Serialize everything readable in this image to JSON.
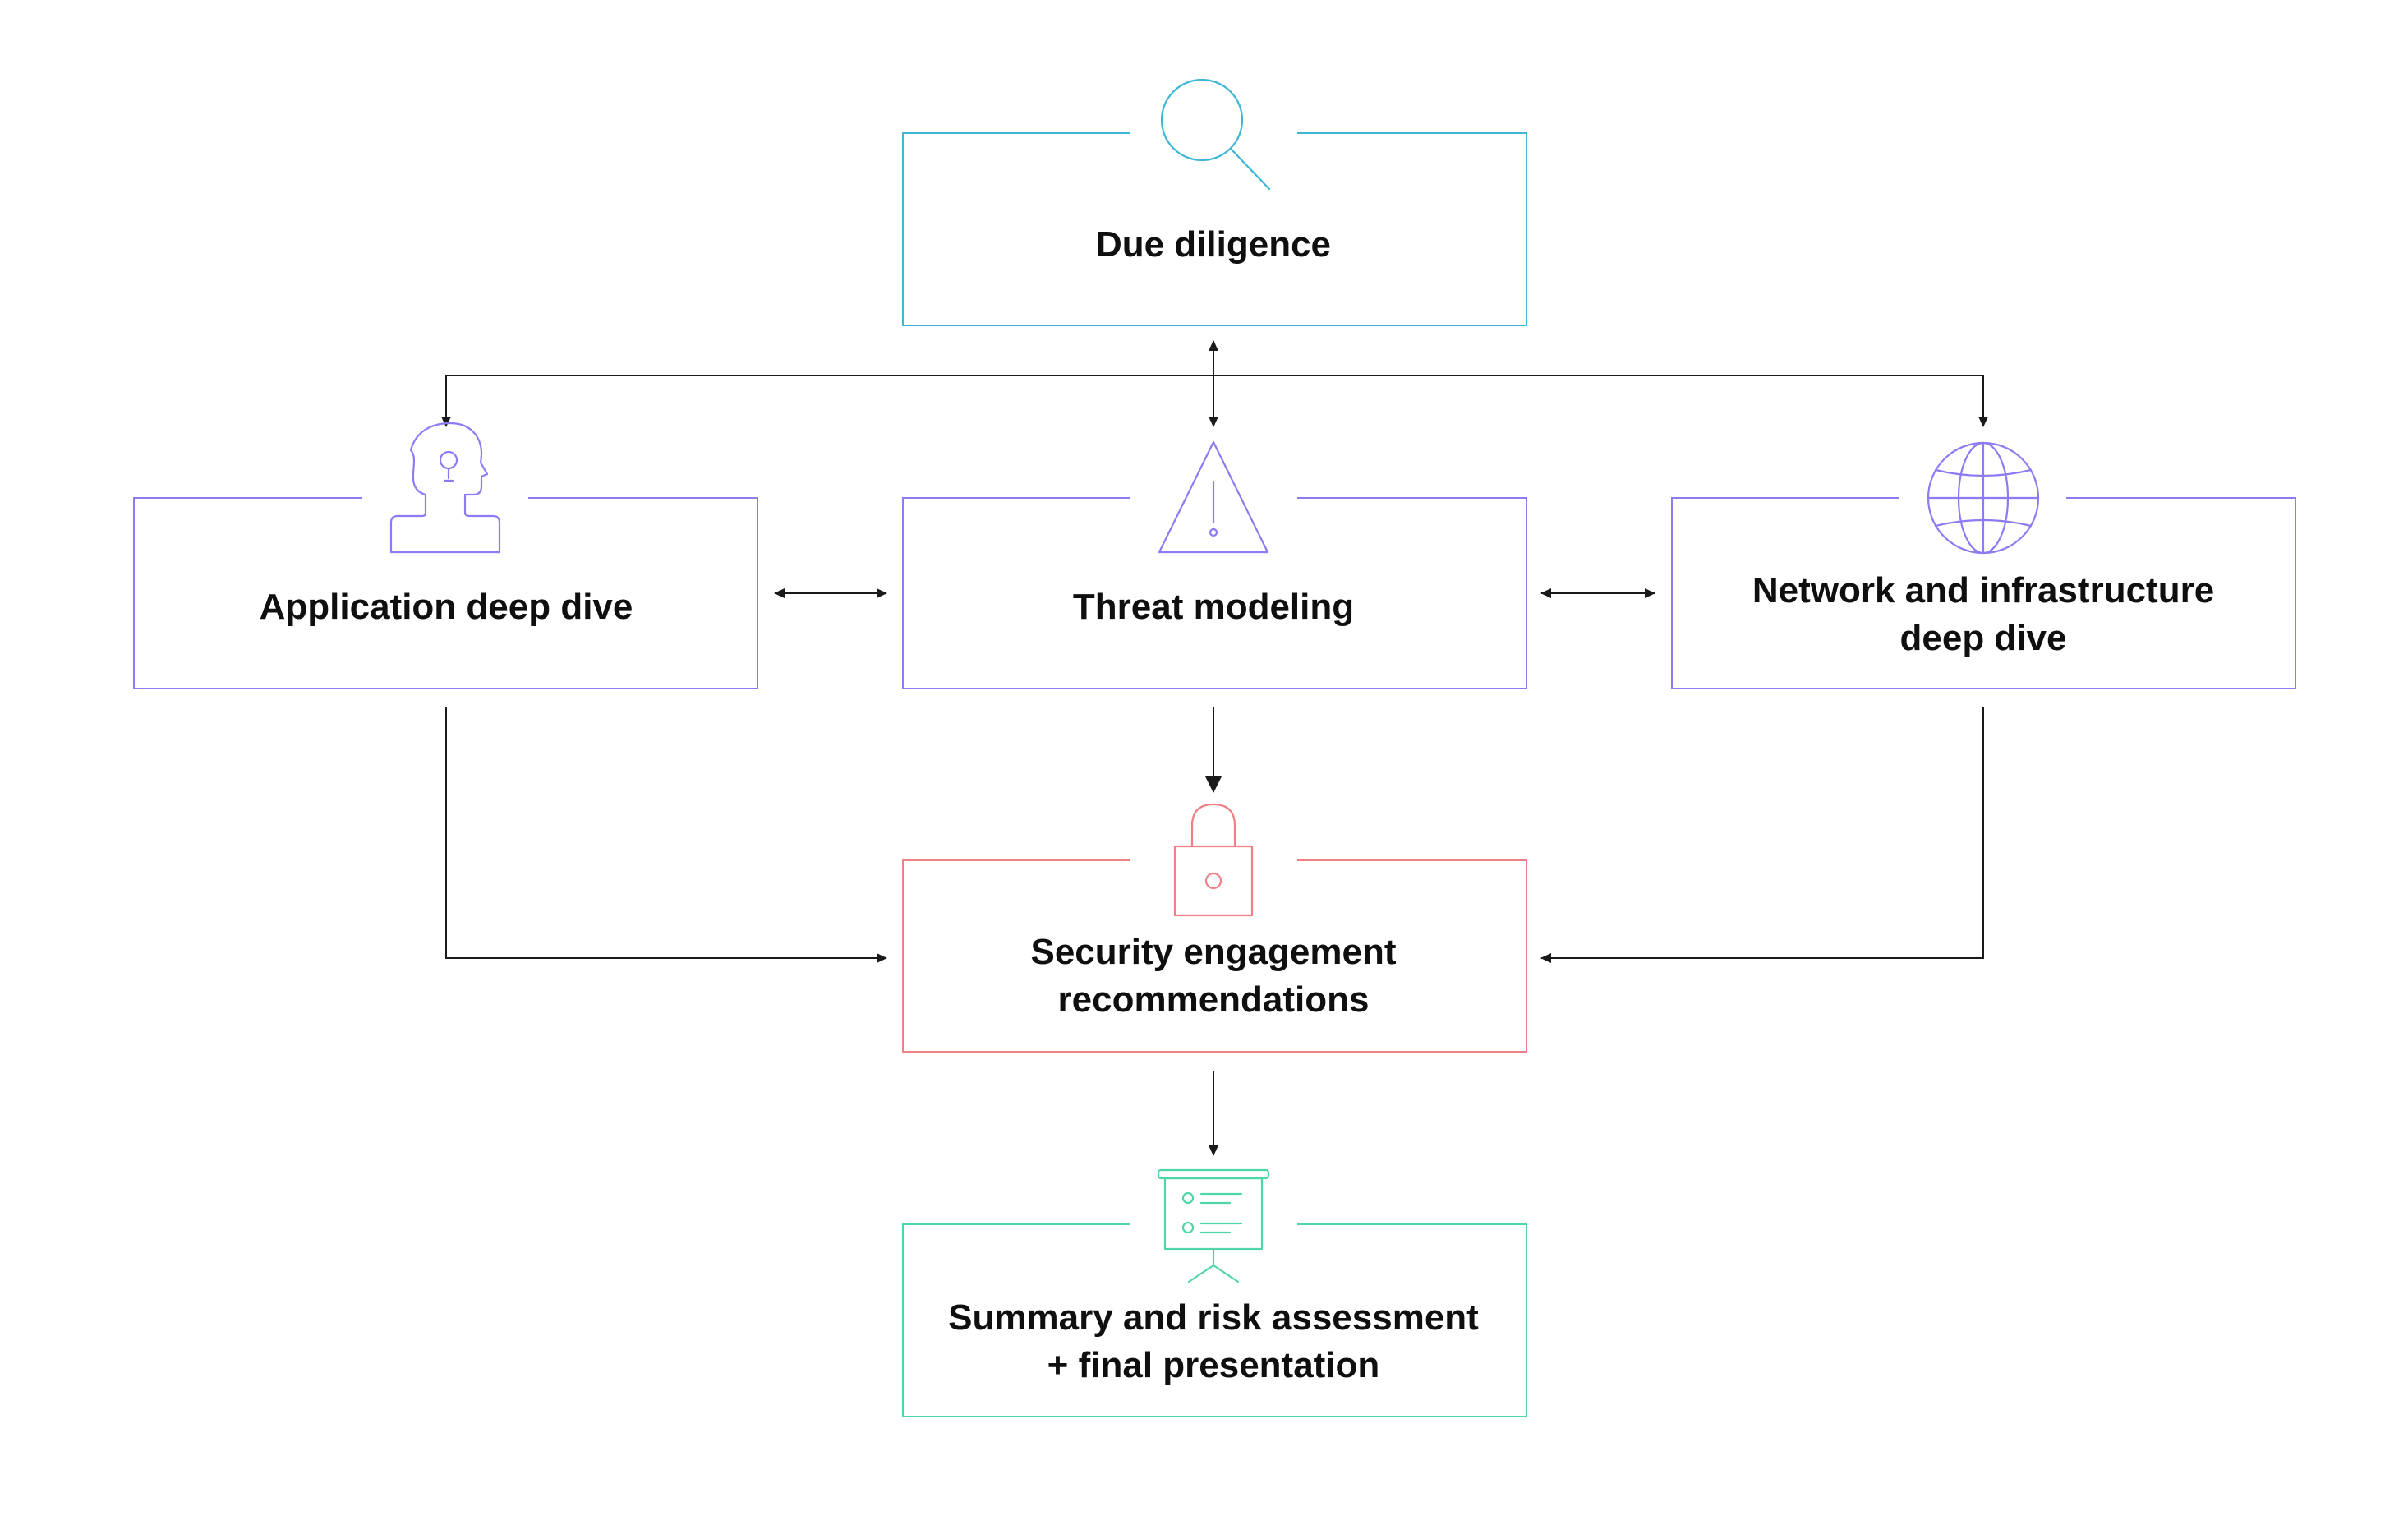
{
  "colors": {
    "due_diligence": "#3fb6d6",
    "analysis": "#8b7cf3",
    "security": "#f07f86",
    "summary": "#4fd6a5",
    "connector": "#1a1a1a",
    "text": "#0f0f0f"
  },
  "nodes": {
    "due_diligence": {
      "lines": [
        "Due diligence"
      ],
      "icon": "magnifier-icon"
    },
    "application": {
      "lines": [
        "Application deep dive"
      ],
      "icon": "person-idea-icon"
    },
    "threat": {
      "lines": [
        "Threat modeling"
      ],
      "icon": "warning-triangle-icon"
    },
    "network": {
      "lines": [
        "Network and infrastructure",
        "deep dive"
      ],
      "icon": "globe-icon"
    },
    "security": {
      "lines": [
        "Security engagement",
        "recommendations"
      ],
      "icon": "padlock-icon"
    },
    "summary": {
      "lines": [
        "Summary and risk assessment",
        "+ final presentation"
      ],
      "icon": "presentation-board-icon"
    }
  }
}
